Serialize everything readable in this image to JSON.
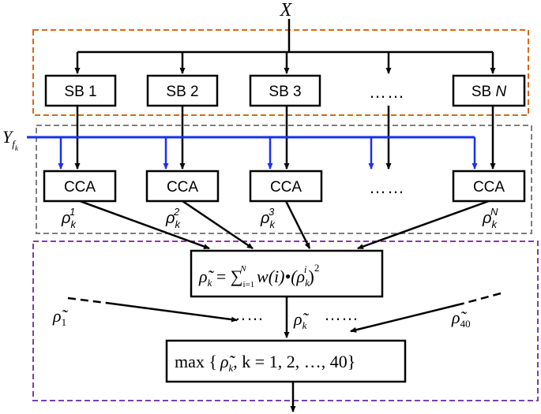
{
  "input_label": "X",
  "reference_label": {
    "main": "Y",
    "sub": "f",
    "subsub": "k"
  },
  "subbands": [
    "SB 1",
    "SB 2",
    "SB 3",
    "SB N"
  ],
  "cca_label": "CCA",
  "rho_labels": [
    {
      "main": "ρ",
      "sub": "k",
      "sup": "1"
    },
    {
      "main": "ρ",
      "sub": "k",
      "sup": "2"
    },
    {
      "main": "ρ",
      "sub": "k",
      "sup": "3"
    },
    {
      "main": "ρ",
      "sub": "k",
      "sup": "N"
    }
  ],
  "ellipsis": "……",
  "formula": {
    "lhs": "ρ̃",
    "lhs_sub": "k",
    "eq": " = ∑",
    "sum_sub": "i=1",
    "sum_sup": "N",
    "body": " w(i)•(ρ",
    "rho_sub": "k",
    "rho_sup": "i",
    "close": ")",
    "exp": "2"
  },
  "rho_tilde_left": {
    "main": "ρ̃",
    "sub": "1"
  },
  "rho_tilde_mid": {
    "main": "ρ̃",
    "sub": "k"
  },
  "rho_tilde_right": {
    "main": "ρ̃",
    "sub": "40"
  },
  "max_formula": {
    "prefix": "max {",
    "rho": "ρ̃",
    "sub": "k",
    "suffix": ", k = 1, 2, …, 40}"
  },
  "colors": {
    "orange": "#d9691a",
    "gray": "#7f7f7f",
    "purple": "#7a3fb0",
    "blue": "#1b2ff0",
    "black": "#000000"
  }
}
